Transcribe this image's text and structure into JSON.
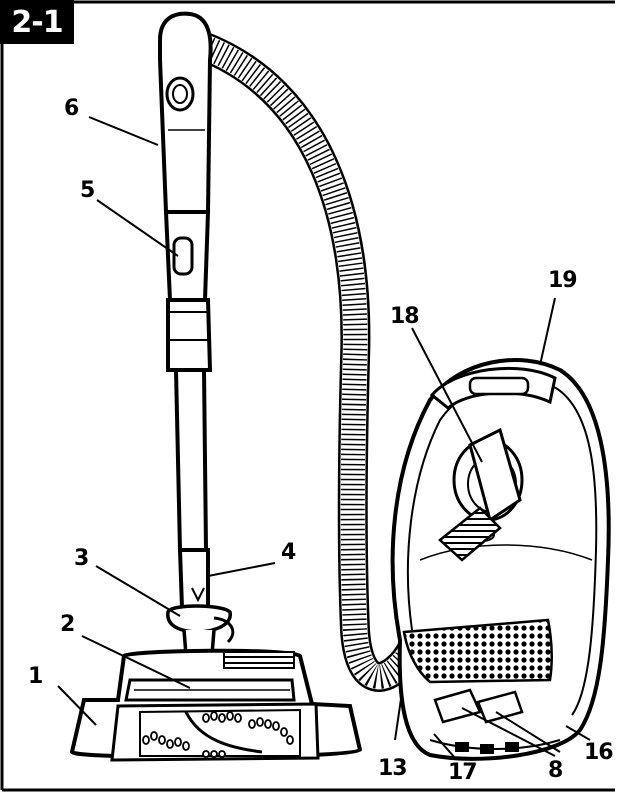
{
  "figure_tag": "2-1",
  "callouts": {
    "c1": "1",
    "c2": "2",
    "c3": "3",
    "c4": "4",
    "c5": "5",
    "c6": "6",
    "c8": "8",
    "c13": "13",
    "c16": "16",
    "c17": "17",
    "c18": "18",
    "c19": "19"
  },
  "colors": {
    "ink": "#000000",
    "fill": "#ffffff",
    "shade": "#dcdcdc",
    "tag_bg": "#000000",
    "tag_text": "#ffffff"
  }
}
